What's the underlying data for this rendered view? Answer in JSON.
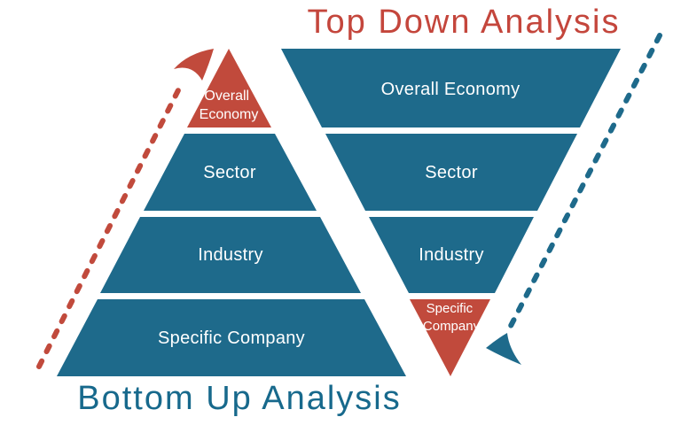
{
  "colors": {
    "teal": "#1E6A8B",
    "red": "#C14A3C",
    "title_red": "#C4463C",
    "title_teal": "#17698C",
    "label_text": "#FFFFFF",
    "background": "#FFFFFF"
  },
  "top_down_pyramid": {
    "title": "Top Down Analysis",
    "shape": "inverted-pyramid",
    "levels": [
      {
        "label": "Overall Economy",
        "color": "#1E6A8B"
      },
      {
        "label": "Sector",
        "color": "#1E6A8B"
      },
      {
        "label": "Industry",
        "color": "#1E6A8B"
      },
      {
        "label": "Specific Company",
        "lines": [
          "Specific",
          "Company"
        ],
        "color": "#C14A3C"
      }
    ],
    "arrow": {
      "direction": "down",
      "style": "dashed",
      "color": "#1E6A8B"
    }
  },
  "bottom_up_pyramid": {
    "title": "Bottom Up Analysis",
    "shape": "pyramid",
    "levels": [
      {
        "label": "Overall Economy",
        "lines": [
          "Overall",
          "Economy"
        ],
        "color": "#C14A3C"
      },
      {
        "label": "Sector",
        "color": "#1E6A8B"
      },
      {
        "label": "Industry",
        "color": "#1E6A8B"
      },
      {
        "label": "Specific Company",
        "color": "#1E6A8B"
      }
    ],
    "arrow": {
      "direction": "up",
      "style": "dashed",
      "color": "#C14A3C"
    }
  }
}
